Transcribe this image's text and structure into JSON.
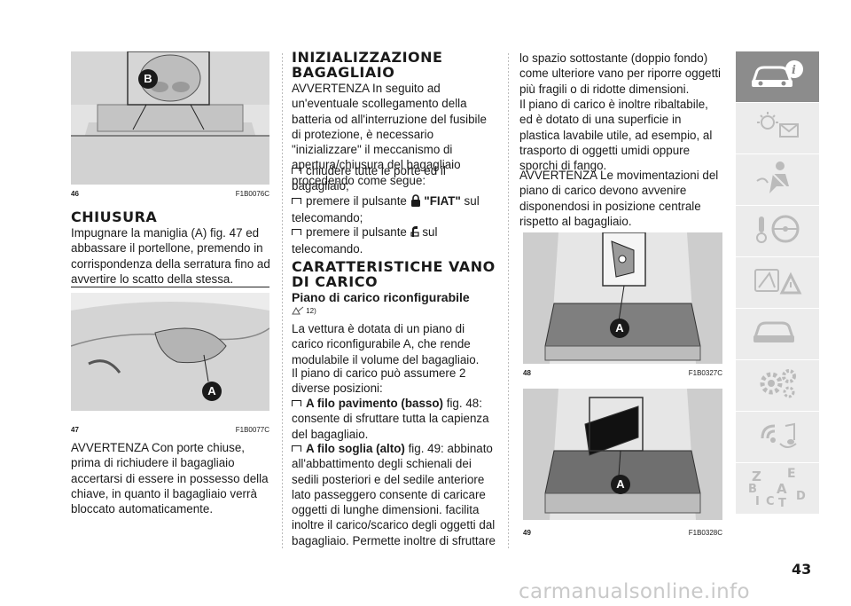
{
  "page_number": "43",
  "watermark": "carmanualsonline.info",
  "figures": {
    "f46": {
      "num": "46",
      "code": "F1B0076C",
      "marker": "B"
    },
    "f47": {
      "num": "47",
      "code": "F1B0077C",
      "marker": "A"
    },
    "f48": {
      "num": "48",
      "code": "F1B0327C",
      "marker": "A"
    },
    "f49": {
      "num": "49",
      "code": "F1B0328C",
      "marker": "A"
    }
  },
  "col1": {
    "heading": "CHIUSURA",
    "para1": "Impugnare la maniglia (A) fig. 47 ed abbassare il portellone, premendo in corrispondenza della serratura fino ad avvertire lo scatto della stessa.",
    "para2": "AVVERTENZA Con porte chiuse, prima di richiudere il bagagliaio accertarsi di essere in possesso della chiave, in quanto il bagagliaio verrà bloccato automaticamente."
  },
  "col2": {
    "heading": "INIZIALIZZAZIONE BAGAGLIAIO",
    "para1": "AVVERTENZA In seguito ad un'eventuale scollegamento della batteria od all'interruzione del fusibile di protezione, è necessario \"inizializzare\" il meccanismo di apertura/chiusura del bagagliaio procedendo come segue:",
    "bullet1": "chiudere tutte le porte ed il bagagliaio;",
    "bullet2_pre": "premere il pulsante",
    "bullet2_fiat": "\"FIAT\"",
    "bullet2_post": "sul telecomando;",
    "bullet3_pre": "premere il pulsante",
    "bullet3_post": "sul telecomando.",
    "heading2": "CARATTERISTICHE VANO DI CARICO",
    "subheading": "Piano di carico riconfigurabile",
    "note_ref": "12)",
    "para2": "La vettura è dotata di un piano di carico riconfigurabile A, che rende modulabile il volume del bagagliaio.",
    "para3": "Il piano di carico può assumere 2 diverse posizioni:",
    "bullet4_bold": "A filo pavimento (basso)",
    "bullet4_rest": "fig. 48: consente di sfruttare tutta la capienza del bagagliaio.",
    "bullet5_bold": "A filo soglia (alto)",
    "bullet5_rest": "fig. 49: abbinato all'abbattimento degli schienali dei sedili posteriori e del sedile anteriore lato passeggero consente di caricare oggetti di lunghe dimensioni. facilita inoltre il carico/scarico degli oggetti dal bagagliaio. Permette inoltre di sfruttare"
  },
  "col3": {
    "para1": "lo spazio sottostante (doppio fondo) come ulteriore vano per riporre oggetti più fragili o di ridotte dimensioni.",
    "para2": "Il piano di carico è inoltre ribaltabile, ed è dotato di una superficie in plastica lavabile utile, ad esempio, al trasporto di oggetti umidi oppure sporchi di fango.",
    "para3": "AVVERTENZA Le movimentazioni del piano di carico devono avvenire disponendosi in posizione centrale rispetto al bagagliaio."
  },
  "sidebar": {
    "tabs": [
      {
        "icon": "car-info-icon",
        "active": true
      },
      {
        "icon": "dashboard-lights-icon",
        "active": false
      },
      {
        "icon": "airbag-seat-icon",
        "active": false
      },
      {
        "icon": "key-steering-icon",
        "active": false
      },
      {
        "icon": "road-warning-icon",
        "active": false
      },
      {
        "icon": "car-service-icon",
        "active": false
      },
      {
        "icon": "technical-data-icon",
        "active": false
      },
      {
        "icon": "multimedia-icon",
        "active": false
      },
      {
        "icon": "index-letters-icon",
        "active": false
      }
    ],
    "index_letters": [
      "Z",
      "E",
      "B",
      "A",
      "I",
      "C",
      "T",
      "D"
    ],
    "active_color": "#8c8c8c",
    "inactive_color": "#ececec"
  }
}
